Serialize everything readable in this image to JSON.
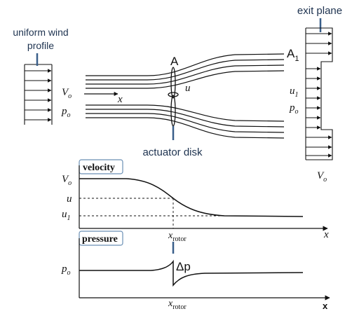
{
  "callouts": {
    "uniform_wind_line1": "uniform wind",
    "uniform_wind_line2": "profile",
    "exit_plane": "exit plane",
    "actuator_disk": "actuator disk"
  },
  "stream": {
    "area_in": "A",
    "area_exit": "A",
    "area_exit_sub": "1",
    "v0": "V",
    "v0_sub": "o",
    "p0": "p",
    "p0_sub": "o",
    "axis_x": "x",
    "rotor_u": "u",
    "exit_u1": "u",
    "exit_u1_sub": "1",
    "exit_p0": "p",
    "exit_p0_sub": "o",
    "exit_v0": "V",
    "exit_v0_sub": "o"
  },
  "velocity_plot": {
    "box_label": "velocity",
    "y_v0": "V",
    "y_v0_sub": "o",
    "y_u": "u",
    "y_u1": "u",
    "y_u1_sub": "1",
    "x_rotor": "x",
    "x_rotor_sub": "rotor",
    "x_axis": "x"
  },
  "pressure_plot": {
    "box_label": "pressure",
    "y_p0": "p",
    "y_p0_sub": "o",
    "delta_p": "Δp",
    "x_rotor": "x",
    "x_rotor_sub": "rotor",
    "x_axis": "x"
  },
  "colors": {
    "callout_line": "#3a5f8a",
    "label_box": "#6a8fb5",
    "ink": "#111111"
  }
}
